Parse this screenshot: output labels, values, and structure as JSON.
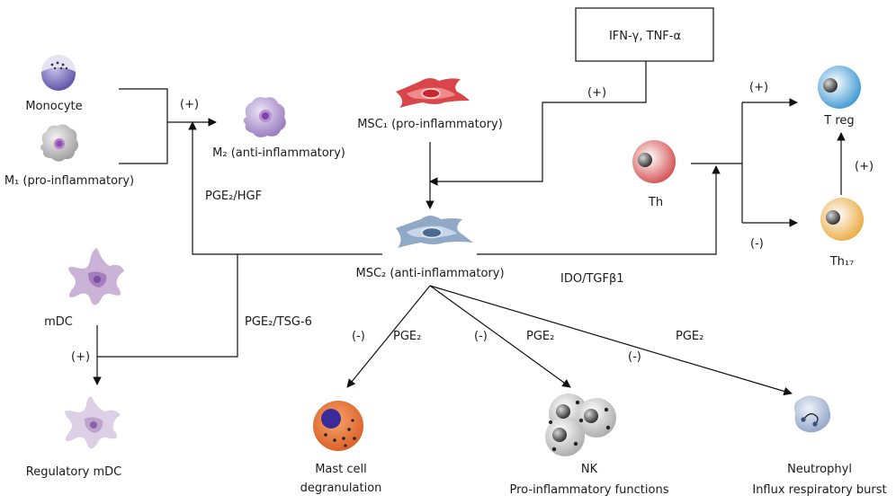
{
  "cells": {
    "monocyte": "Monocyte",
    "m1": "M₁ (pro-inflammatory)",
    "m2": "M₂ (anti-inflammatory)",
    "msc1": "MSC₁ (pro-inflammatory)",
    "msc2": "MSC₂ (anti-inflammatory)",
    "cytokines": "IFN-γ, TNF-α",
    "th": "Th",
    "treg": "T reg",
    "th17": "Th₁₇",
    "mdc": "mDC",
    "regulatory_mdc": "Regulatory mDC",
    "mast_line1": "Mast cell",
    "mast_line2": "degranulation",
    "nk_line1": "NK",
    "nk_line2": "Pro-inflammatory functions",
    "neutrophil_line1": "Neutrophyl",
    "neutrophil_line2": "Influx respiratory burst"
  },
  "mediators": {
    "pge2_hgf": "PGE₂/HGF",
    "pge2_tsg6": "PGE₂/TSG-6",
    "ido_tgf": "IDO/TGFβ1",
    "pge2_mast": "PGE₂",
    "pge2_nk": "PGE₂",
    "pge2_neutrophil": "PGE₂"
  },
  "signs": {
    "m2_plus": "(+)",
    "cytokine_plus": "(+)",
    "treg_plus": "(+)",
    "th17_minus": "(-)",
    "th17_to_treg_plus": "(+)",
    "mdc_plus": "(+)",
    "mast_minus": "(-)",
    "nk_minus": "(-)",
    "neutrophil_minus": "(-)"
  }
}
